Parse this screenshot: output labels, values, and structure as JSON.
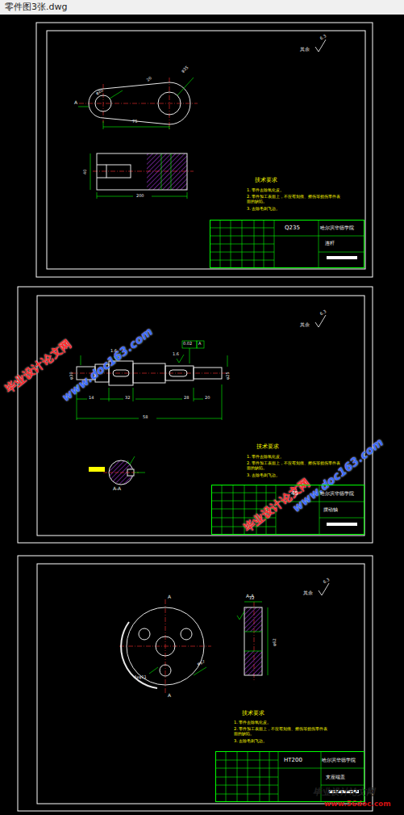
{
  "diagram": {
    "title": "零件图3张.dwg",
    "nodes": [
      {
        "text": [
          "Q235",
          "哈尔滨华德学院",
          "连杆"
        ]
      },
      {
        "text": [
          "45",
          "哈尔滨华德学院",
          "摆动轴"
        ]
      },
      {
        "text": [
          "HT200",
          "哈尔滨华德学院",
          "支座端盖"
        ]
      }
    ],
    "labels": [
      "A",
      "φ20",
      "20",
      "φ35",
      "75",
      "40",
      "200",
      "其余",
      "6.3",
      "技术要求",
      "1. 零件去除氧化皮。",
      "2. 零件加工表面上，不应有划痕、擦伤等损伤零件表面的缺陷。",
      "3. 去除毛刺飞边。",
      "其余",
      "6.3",
      "0.02",
      "A",
      "φ30",
      "φ25",
      "1.6",
      "1.6",
      "14",
      "32",
      "28",
      "20",
      "58",
      "A-A",
      "技术要求",
      "1. 零件去除氧化皮。",
      "2. 零件加工表面上，不应有划痕、擦伤等损伤零件表面的缺陷。",
      "3. 去除毛刺飞边。",
      "其余",
      "6.3",
      "A",
      "A",
      "4xφ11",
      "φ67",
      "A-A",
      "12",
      "φ62",
      "技术要求",
      "1. 零件去除氧化皮。",
      "2. 零件加工表面上，不应有划痕、擦伤等损伤零件表面的缺陷。",
      "3. 去除毛刺飞边。",
      "www.doc163.com",
      "毕业设计论文网",
      "www.doc163.com",
      "毕业设计论文网",
      "毕业设计论文网",
      "www.56doc.com"
    ]
  }
}
